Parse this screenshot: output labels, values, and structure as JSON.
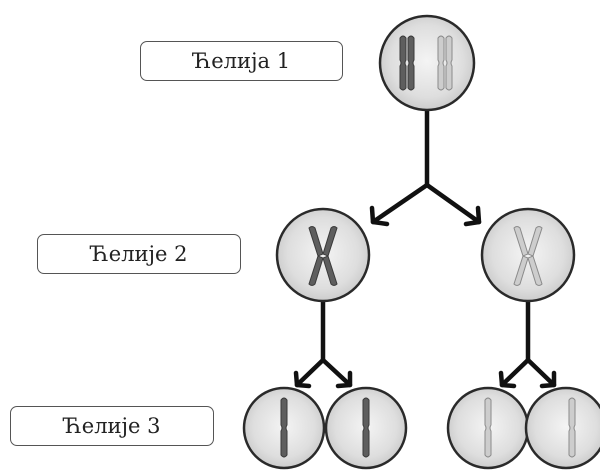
{
  "labels": {
    "cell_1": "Ћелија 1",
    "cells_2": "Ћелије 2",
    "cells_3": "Ћелије 3"
  },
  "colors": {
    "dark_chromosome": "#5e5e5e",
    "light_chromosome": "#cdcdcd",
    "cell_fill": "#e4e4e4",
    "cell_stroke": "#2a2a2a",
    "arrow": "#111111"
  }
}
